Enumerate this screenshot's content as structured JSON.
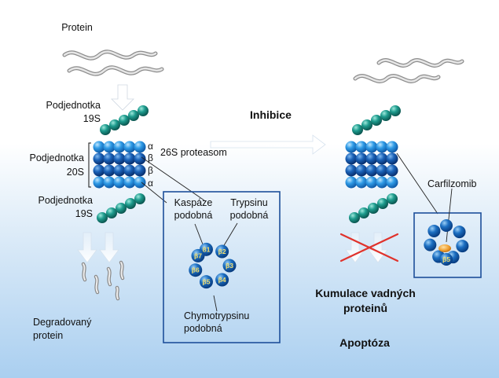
{
  "labels": {
    "protein": "Protein",
    "subunit_19s_top_line1": "Podjednotka",
    "subunit_19s_top_line2": "19S",
    "subunit_20s_line1": "Podjednotka",
    "subunit_20s_line2": "20S",
    "subunit_19s_bottom_line1": "Podjednotka",
    "subunit_19s_bottom_line2": "19S",
    "proteasome_26s": "26S proteasom",
    "inhibition": "Inhibice",
    "caspase_line1": "Kaspáze",
    "caspase_line2": "podobná",
    "trypsin_line1": "Trypsinu",
    "trypsin_line2": "podobná",
    "chymotrypsin_line1": "Chymotrypsinu",
    "chymotrypsin_line2": "podobná",
    "degraded_line1": "Degradovaný",
    "degraded_line2": "protein",
    "carfilzomib": "Carfilzomib",
    "accumulation_line1": "Kumulace vadných",
    "accumulation_line2": "proteinů",
    "apoptosis": "Apoptóza"
  },
  "ring_greek": [
    "α",
    "β",
    "β",
    "α"
  ],
  "beta_subunits": [
    "β1",
    "β2",
    "β3",
    "β4",
    "β5",
    "β6",
    "β7"
  ],
  "beta_inhibited": "β5",
  "colors": {
    "bg_top": "#ffffff",
    "bg_bottom": "#aacff0",
    "teal_bead": "#1e8f83",
    "blue_bead_light": "#3aa4e8",
    "blue_bead_dark": "#0d5cae",
    "frame": "#1d4f9a",
    "cross": "#e0322b",
    "drug": "#f0a030"
  }
}
